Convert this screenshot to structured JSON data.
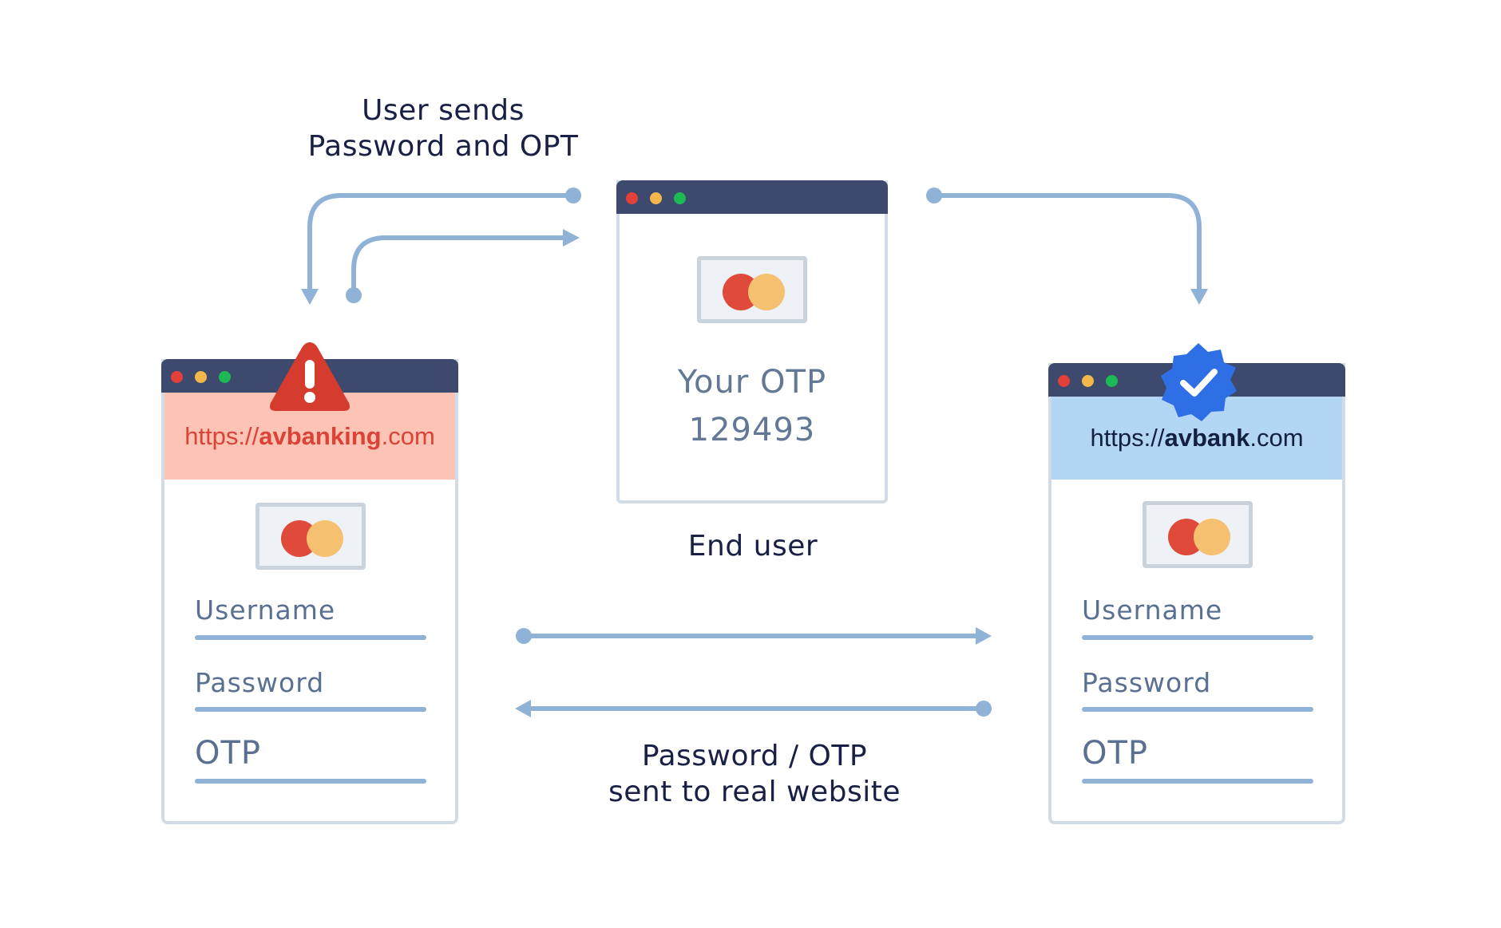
{
  "top_caption": {
    "line1": "User sends",
    "line2": "Password and OPT"
  },
  "end_user_caption": "End user",
  "bottom_caption": {
    "line1": "Password / OTP",
    "line2": "sent to real website"
  },
  "phone_window": {
    "otp_label": "Your OTP",
    "otp_code": "129493"
  },
  "fake_site": {
    "url_prefix": "https://",
    "url_domain": "avbanking",
    "url_suffix": ".com",
    "fields": [
      "Username",
      "Password",
      "OTP"
    ],
    "badge": "warning-icon"
  },
  "real_site": {
    "url_prefix": "https://",
    "url_domain": "avbank",
    "url_suffix": ".com",
    "fields": [
      "Username",
      "Password",
      "OTP"
    ],
    "badge": "verified-check-icon"
  },
  "colors": {
    "arrow": "#8fb2d6",
    "titlebar": "#3e4a6d",
    "fake_url_bg": "#fdc4b5",
    "fake_url_text": "#db4238",
    "real_url_bg": "#b3d6f5",
    "warning": "#d63c2d",
    "verified": "#2f6fe6"
  }
}
